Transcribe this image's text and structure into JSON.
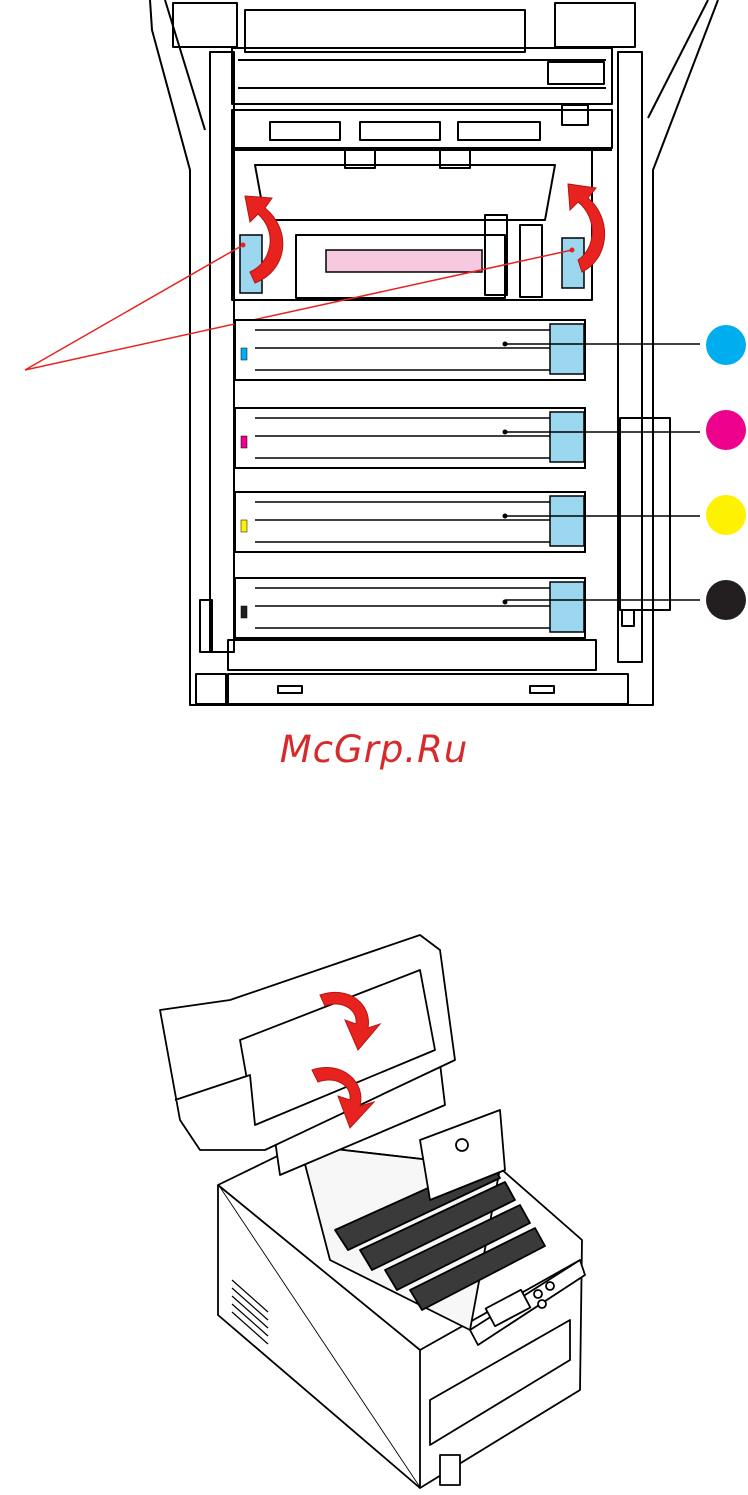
{
  "watermark": {
    "text": "McGrp.Ru"
  },
  "cartridge_colors": {
    "cyan": "#00aeef",
    "magenta": "#ec008c",
    "yellow": "#fff200",
    "black": "#231f20"
  },
  "accents": {
    "arrow_red": "#e8231f",
    "lever_blue": "#9bd8ef",
    "belt_pink": "#f7c9e0",
    "line_black": "#000000"
  },
  "color_order": [
    "cyan",
    "magenta",
    "yellow",
    "black"
  ]
}
